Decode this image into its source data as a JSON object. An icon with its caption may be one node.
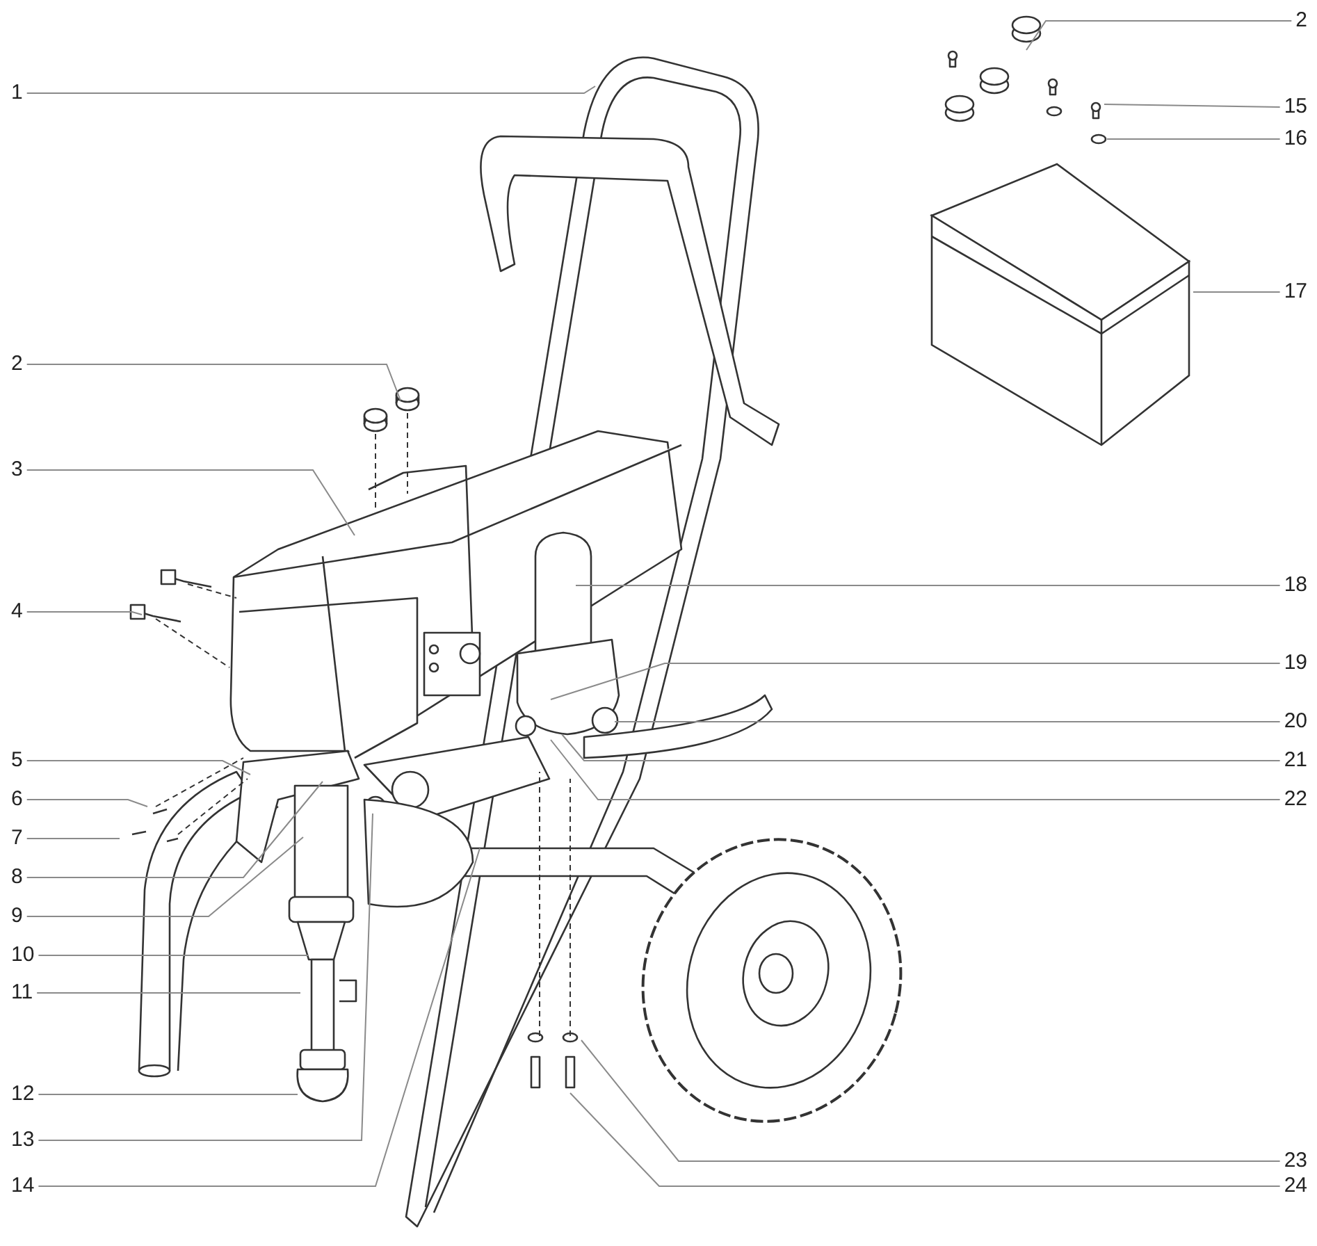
{
  "diagram": {
    "nodes": [
      {
        "text": [
          "1"
        ]
      },
      {
        "text": [
          "2"
        ]
      },
      {
        "text": [
          "3"
        ]
      },
      {
        "text": [
          "4"
        ]
      },
      {
        "text": [
          "5"
        ]
      },
      {
        "text": [
          "6"
        ]
      },
      {
        "text": [
          "7"
        ]
      },
      {
        "text": [
          "8"
        ]
      },
      {
        "text": [
          "9"
        ]
      },
      {
        "text": [
          "10"
        ]
      },
      {
        "text": [
          "11"
        ]
      },
      {
        "text": [
          "12"
        ]
      },
      {
        "text": [
          "13"
        ]
      },
      {
        "text": [
          "14"
        ]
      },
      {
        "text": [
          "2"
        ]
      },
      {
        "text": [
          "15"
        ]
      },
      {
        "text": [
          "16"
        ]
      },
      {
        "text": [
          "17"
        ]
      },
      {
        "text": [
          "18"
        ]
      },
      {
        "text": [
          "19"
        ]
      },
      {
        "text": [
          "20"
        ]
      },
      {
        "text": [
          "21"
        ]
      },
      {
        "text": [
          "22"
        ]
      },
      {
        "text": [
          "23"
        ]
      },
      {
        "text": [
          "24"
        ]
      },
      {
        "text": [],
        "shape": "box"
      }
    ],
    "edges": [
      {
        "from": 0,
        "to": null,
        "arrow": "none"
      },
      {
        "from": 1,
        "to": null,
        "arrow": "none"
      },
      {
        "from": 2,
        "to": null,
        "arrow": "none"
      },
      {
        "from": 3,
        "to": null,
        "arrow": "none"
      },
      {
        "from": 4,
        "to": null,
        "arrow": "none"
      },
      {
        "from": 5,
        "to": null,
        "arrow": "none"
      },
      {
        "from": 6,
        "to": null,
        "arrow": "none"
      },
      {
        "from": 7,
        "to": null,
        "arrow": "none"
      },
      {
        "from": 8,
        "to": null,
        "arrow": "none"
      },
      {
        "from": 9,
        "to": null,
        "arrow": "none"
      },
      {
        "from": 10,
        "to": null,
        "arrow": "none"
      },
      {
        "from": 11,
        "to": null,
        "arrow": "none"
      },
      {
        "from": 12,
        "to": null,
        "arrow": "none"
      },
      {
        "from": 13,
        "to": null,
        "arrow": "none"
      },
      {
        "from": 14,
        "to": null,
        "arrow": "none"
      },
      {
        "from": 15,
        "to": null,
        "arrow": "none"
      },
      {
        "from": 16,
        "to": null,
        "arrow": "none"
      },
      {
        "from": 17,
        "to": 25,
        "arrow": "none"
      },
      {
        "from": 18,
        "to": null,
        "arrow": "none"
      },
      {
        "from": 19,
        "to": null,
        "arrow": "none"
      },
      {
        "from": 20,
        "to": null,
        "arrow": "none"
      },
      {
        "from": 21,
        "to": null,
        "arrow": "none"
      },
      {
        "from": 22,
        "to": null,
        "arrow": "none"
      },
      {
        "from": 23,
        "to": null,
        "arrow": "none"
      },
      {
        "from": 24,
        "to": null,
        "arrow": "none"
      }
    ]
  }
}
